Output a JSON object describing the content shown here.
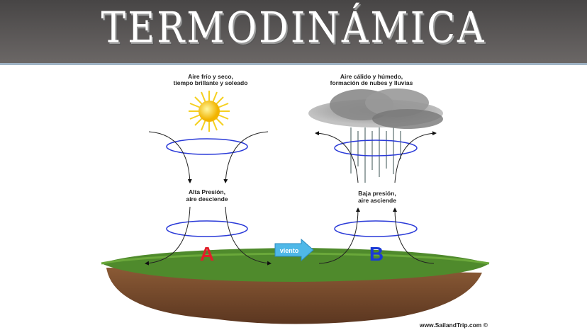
{
  "slide": {
    "title": "TERMODINÁMICA"
  },
  "diagram": {
    "high": {
      "weather": [
        "Aire frío y seco,",
        "tiempo brillante y soleado"
      ],
      "pressure": [
        "Alta Presión,",
        "aire desciende"
      ],
      "letter": "A"
    },
    "low": {
      "weather": [
        "Aire cálido y húmedo,",
        "formación de nubes y lluvias"
      ],
      "pressure": [
        "Baja presión,",
        "aire asciende"
      ],
      "letter": "B"
    },
    "wind_label": "viento",
    "credit": "www.SailandTrip.com ©"
  },
  "colors": {
    "high_letter": "#e0202a",
    "low_letter": "#1a3ad6",
    "circulation": "#2a3ad8",
    "wind_arrow": "#4fb8e8"
  }
}
